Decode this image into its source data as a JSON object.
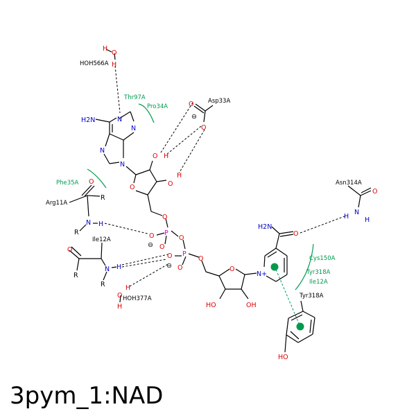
{
  "title": "3pym_1:NAD",
  "colors": {
    "carbon": "#000000",
    "nitrogen": "#0000c8",
    "oxygen": "#e00000",
    "phosphorus": "#d000d0",
    "residue": "#009a4e"
  },
  "labels": {
    "hoh566": "HOH566A",
    "thr97": "Thr97A",
    "pro34": "Pro34A",
    "asp33": "Asp33A",
    "phe35": "Phe35A",
    "arg11": "Arg11A",
    "ile12": "Ile12A",
    "hoh377": "HOH377A",
    "asn314": "Asn314A",
    "cys150": "Cys150A",
    "tyr318_contact": "Tyr318A",
    "ile12_contact": "Ile12A",
    "tyr318": "Tyr318A"
  },
  "atoms": {
    "H": "H",
    "O": "O",
    "N": "N",
    "P": "P",
    "R": "R",
    "H2N": "H2N",
    "NH": "NH",
    "OH": "OH",
    "HO": "HO",
    "Nplus": "N+",
    "minus": "⊖"
  }
}
